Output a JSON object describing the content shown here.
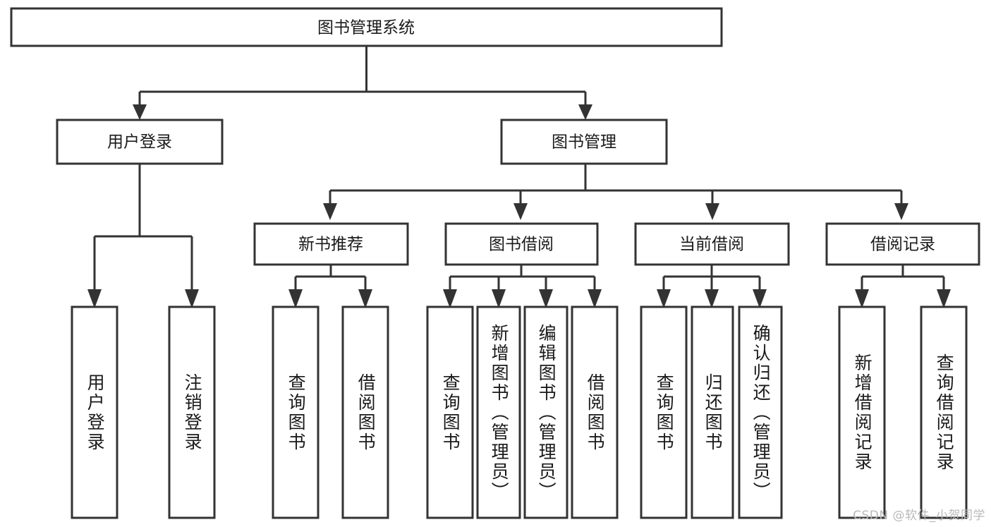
{
  "diagram": {
    "type": "tree-hierarchy-chart",
    "title": "图书管理系统",
    "watermark": "CSDN @软件_小贺同学",
    "colors": {
      "box_stroke": "#333333",
      "box_fill": "#ffffff",
      "connector": "#333333",
      "text": "#1a1a1a",
      "background": "#ffffff",
      "watermark": "#b9b9b9"
    },
    "levels": {
      "root": {
        "label": "图书管理系统"
      },
      "level2": [
        {
          "label": "用户登录"
        },
        {
          "label": "图书管理"
        }
      ],
      "level3": [
        {
          "label": "新书推荐"
        },
        {
          "label": "图书借阅"
        },
        {
          "label": "当前借阅"
        },
        {
          "label": "借阅记录"
        }
      ]
    },
    "groups": [
      {
        "parent": "用户登录",
        "leaves": [
          {
            "label": "用户登录"
          },
          {
            "label": "注销登录"
          }
        ]
      },
      {
        "parent": "新书推荐",
        "leaves": [
          {
            "label": "查询图书"
          },
          {
            "label": "借阅图书"
          }
        ]
      },
      {
        "parent": "图书借阅",
        "leaves": [
          {
            "label": "查询图书"
          },
          {
            "label": "新增图书（管理员）"
          },
          {
            "label": "编辑图书（管理员）"
          },
          {
            "label": "借阅图书"
          }
        ]
      },
      {
        "parent": "当前借阅",
        "leaves": [
          {
            "label": "查询图书"
          },
          {
            "label": "归还图书"
          },
          {
            "label": "确认归还（管理员）"
          }
        ]
      },
      {
        "parent": "借阅记录",
        "leaves": [
          {
            "label": "新增借阅记录"
          },
          {
            "label": "查询借阅记录"
          }
        ]
      }
    ]
  }
}
